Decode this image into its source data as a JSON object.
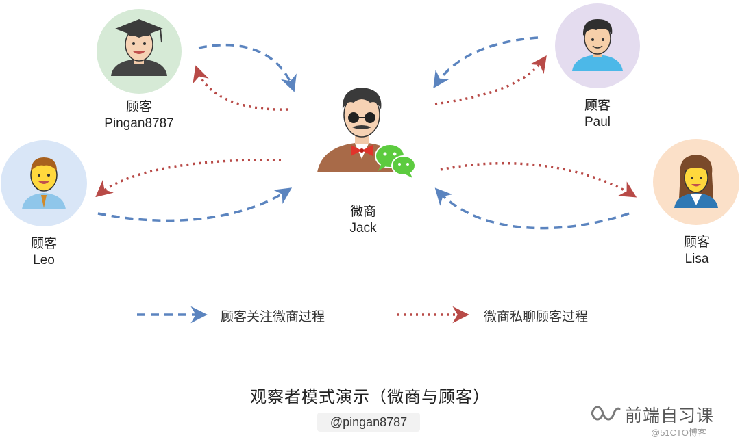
{
  "actors": {
    "jack": {
      "role": "微商",
      "name": "Jack"
    },
    "pingan": {
      "role": "顾客",
      "name": "Pingan8787"
    },
    "paul": {
      "role": "顾客",
      "name": "Paul"
    },
    "leo": {
      "role": "顾客",
      "name": "Leo"
    },
    "lisa": {
      "role": "顾客",
      "name": "Lisa"
    }
  },
  "legend": {
    "follow": {
      "label": "顾客关注微商过程",
      "color": "#5b84bf"
    },
    "private": {
      "label": "微商私聊顾客过程",
      "color": "#b84a47"
    }
  },
  "title": "观察者模式演示（微商与顾客）",
  "handle": "@pingan8787",
  "brand": {
    "name": "前端自习课",
    "icon": "wechat-channel-icon"
  },
  "watermark": "@51CTO博客",
  "colors": {
    "follow": "#5b84bf",
    "private": "#b84a47",
    "pingan_bg": "#d6ead6",
    "paul_bg": "#e4dcef",
    "leo_bg": "#d9e6f7",
    "lisa_bg": "#fbe0c8"
  }
}
